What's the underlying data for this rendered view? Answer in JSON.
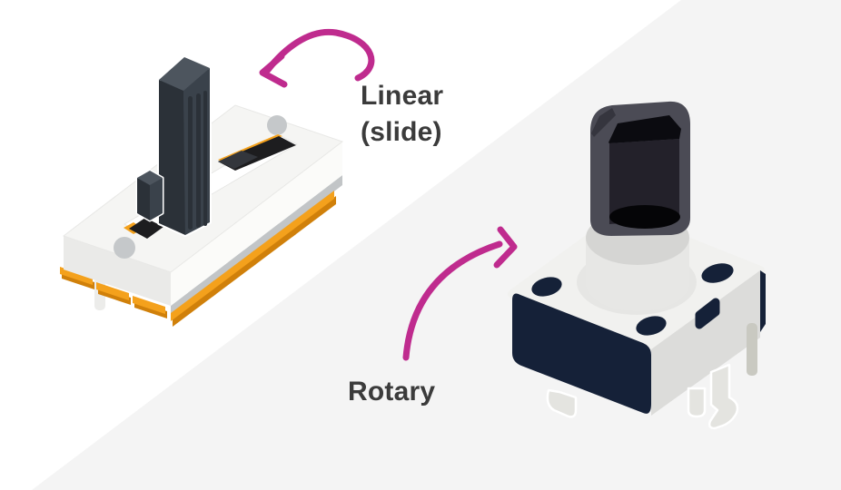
{
  "labels": {
    "linear_line1": "Linear",
    "linear_line2": "(slide)",
    "rotary": "Rotary"
  },
  "colors": {
    "accent": "#bf2b8e",
    "text": "#3b3b3b",
    "bg_left": "#ffffff",
    "bg_right": "#f4f4f4",
    "slide_body_top": "#f5f5f3",
    "slide_body_left": "#eaeae8",
    "slide_body_right": "#fbfbf9",
    "slide_band_gray": "#c2c5c7",
    "slide_hole_gray": "#c5c8ca",
    "pin_orange": "#f4a11c",
    "pin_orange_dark": "#d0800a",
    "track_black": "#1d1d1f",
    "track_step": "#33363c",
    "slide_knob_dark": "#2b3138",
    "slide_knob_mid": "#3a424b",
    "slide_knob_top": "#4d555e",
    "navy": "#152138",
    "rot_body_top": "#f1f1ef",
    "rot_body_right": "#dcdcda",
    "rot_shadow": "#e6e6e4",
    "collar": "#e7e7e5",
    "collar_rim": "#d5d5d3",
    "rot_knob_gray": "#4b4b55",
    "rot_knob_black": "#0b0b10",
    "rot_knob_front": "#23212a",
    "rot_knob_facet": "#35353e",
    "rot_knob_bottom": "#050507",
    "leg": "#e4e4e0",
    "leg_post": "#c9c9c1",
    "slide_leg": "#ececea"
  },
  "illustrations": [
    {
      "name": "linear-slide-potentiometer"
    },
    {
      "name": "rotary-potentiometer"
    }
  ]
}
